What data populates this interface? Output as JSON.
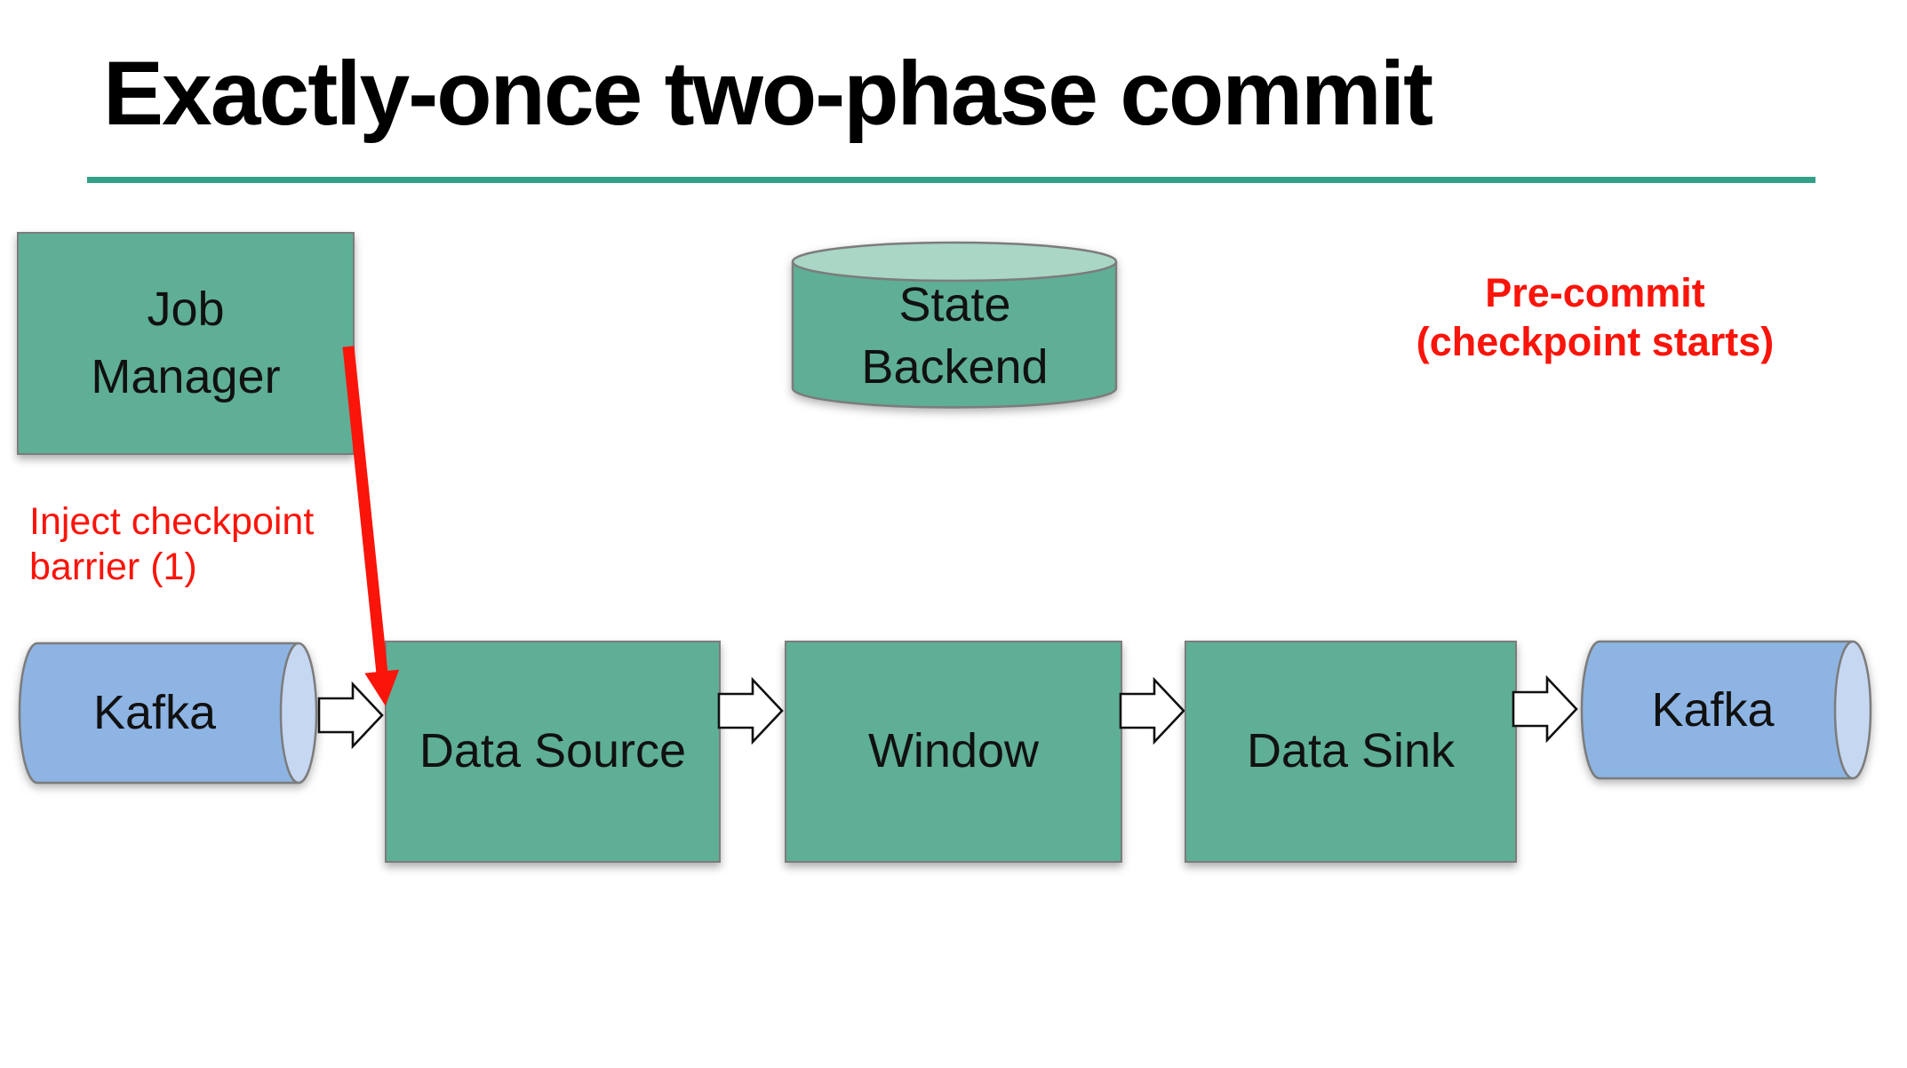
{
  "slide": {
    "title": "Exactly-once two-phase commit"
  },
  "annotations": {
    "pre_commit": {
      "lines": [
        "Pre-commit",
        "(checkpoint starts)"
      ]
    },
    "inject_barrier": {
      "lines": [
        "Inject checkpoint",
        "barrier (1)"
      ]
    }
  },
  "nodes": {
    "job_manager": {
      "lines": [
        "Job",
        "Manager"
      ]
    },
    "state_backend": {
      "lines": [
        "State",
        "Backend"
      ]
    },
    "kafka_source": {
      "label": "Kafka"
    },
    "data_source": {
      "label": "Data Source"
    },
    "window": {
      "label": "Window"
    },
    "data_sink": {
      "label": "Data Sink"
    },
    "kafka_sink": {
      "label": "Kafka"
    }
  },
  "colors": {
    "node-green": "#5FAE96",
    "node-green-light": "#A9D6C5",
    "kafka-blue": "#8DB4E3",
    "kafka-blue-light": "#C6D7F2",
    "accent-red": "#FA140A",
    "divider-teal": "#33A188",
    "border-gray": "#7C7C7C"
  }
}
